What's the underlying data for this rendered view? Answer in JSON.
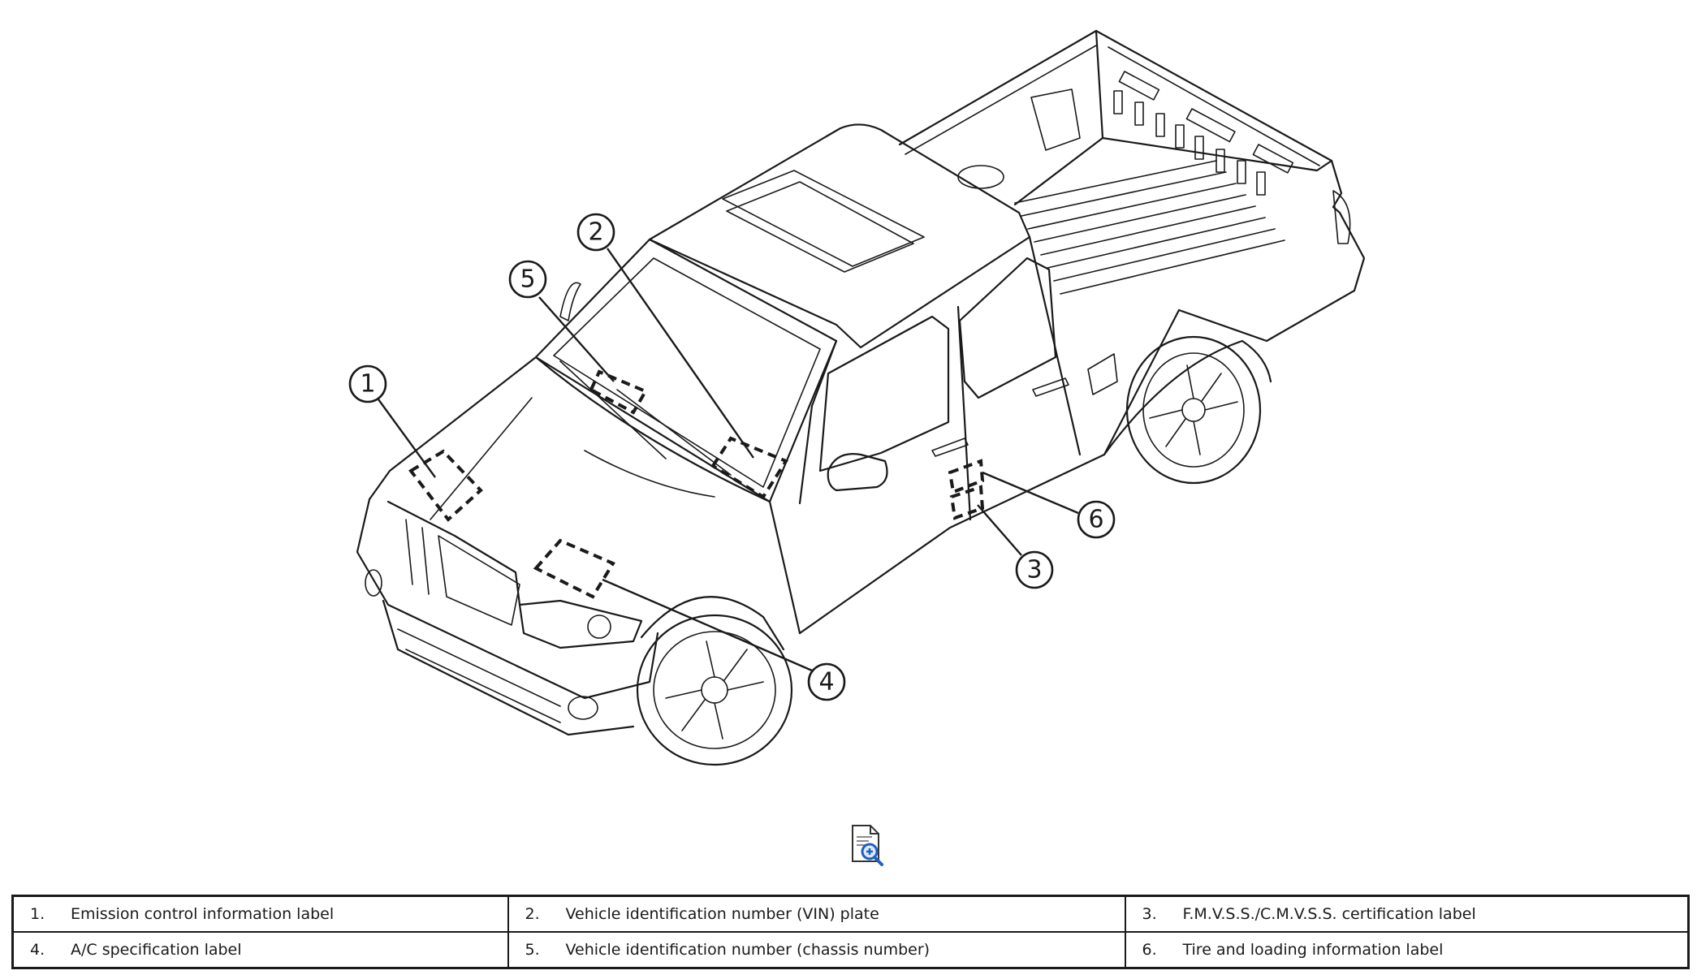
{
  "callouts": [
    {
      "num": "1",
      "label": "Emission control information label"
    },
    {
      "num": "2",
      "label": "Vehicle identification number (VIN) plate"
    },
    {
      "num": "3",
      "label": "F.M.V.S.S./C.M.V.S.S. certification label"
    },
    {
      "num": "4",
      "label": "A/C specification label"
    },
    {
      "num": "5",
      "label": "Vehicle identification number (chassis number)"
    },
    {
      "num": "6",
      "label": "Tire and loading information label"
    }
  ],
  "legend": {
    "rows": [
      [
        {
          "num": "1.",
          "text": "Emission control information label"
        },
        {
          "num": "2.",
          "text": "Vehicle identification number (VIN) plate"
        },
        {
          "num": "3.",
          "text": "F.M.V.S.S./C.M.V.S.S. certification label"
        }
      ],
      [
        {
          "num": "4.",
          "text": "A/C specification label"
        },
        {
          "num": "5.",
          "text": "Vehicle identification number (chassis number)"
        },
        {
          "num": "6.",
          "text": "Tire and loading information label"
        }
      ]
    ]
  },
  "icons": {
    "zoom": "zoom-document-icon"
  },
  "colors": {
    "line": "#1a1a1a",
    "background": "#ffffff",
    "icon_accent": "#1f5fbf"
  }
}
